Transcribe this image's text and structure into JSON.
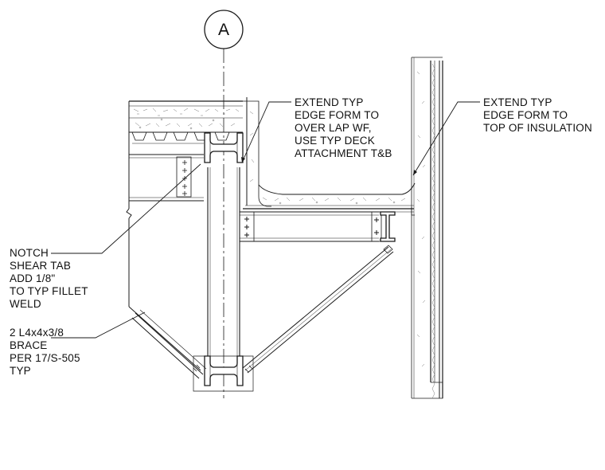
{
  "grid_label": "A",
  "notes": {
    "edge_form_left": "EXTEND TYP\nEDGE FORM TO\nOVER LAP WF,\nUSE TYP DECK\nATTACHMENT T&B",
    "edge_form_right": "EXTEND TYP\nEDGE FORM TO\nTOP OF INSULATION",
    "shear_tab": "NOTCH\nSHEAR TAB\nADD 1/8\"\nTO TYP FILLET\nWELD",
    "brace": "2 L4x4x3/8\nBRACE\nPER 17/S-505\nTYP"
  },
  "colors": {
    "line": "#1a1a1a",
    "hatch": "#777777",
    "paper": "#ffffff"
  }
}
